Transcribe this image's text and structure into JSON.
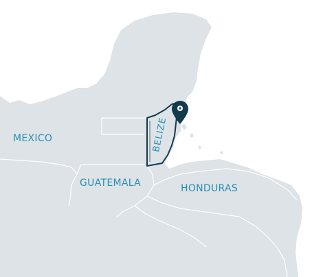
{
  "map": {
    "colors": {
      "land": "#dde3e6",
      "sea": "#ffffff",
      "border": "#ffffff",
      "highlight_outline": "#143a4c",
      "label": "#2a8fb5",
      "marker": "#143a4c"
    },
    "labels": {
      "mexico": "MEXICO",
      "guatemala": "GUATEMALA",
      "honduras": "HONDURAS",
      "belize": "BELIZE"
    },
    "highlighted_country": "BELIZE",
    "marker_icon": "map-pin-icon"
  }
}
